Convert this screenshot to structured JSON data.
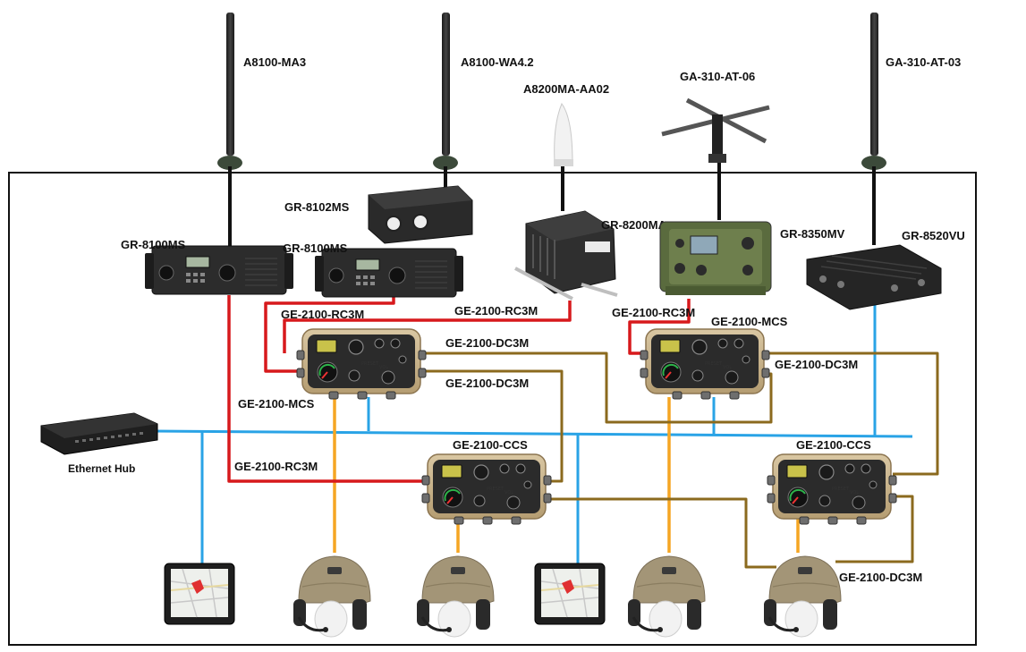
{
  "antennas": [
    {
      "id": "ant1",
      "label": "A8100-MA3"
    },
    {
      "id": "ant2",
      "label": "A8100-WA4.2"
    },
    {
      "id": "ant3",
      "label": "A8200MA-AA02"
    },
    {
      "id": "ant4",
      "label": "GA-310-AT-06"
    },
    {
      "id": "ant5",
      "label": "GA-310-AT-03"
    }
  ],
  "radios": [
    {
      "id": "r1",
      "label": "GR-8100MS"
    },
    {
      "id": "r2",
      "label": "GR-8102MS"
    },
    {
      "id": "r3",
      "label": "GR-8100MS"
    },
    {
      "id": "r4",
      "label": "GR-8200MA"
    },
    {
      "id": "r5",
      "label": "GR-8350MV"
    },
    {
      "id": "r6",
      "label": "GR-8520VU"
    }
  ],
  "control_units": [
    {
      "id": "mcs1",
      "label": "GE-2100-MCS"
    },
    {
      "id": "mcs2",
      "label": "GE-2100-MCS"
    },
    {
      "id": "ccs1",
      "label": "GE-2100-CCS"
    },
    {
      "id": "ccs2",
      "label": "GE-2100-CCS"
    }
  ],
  "cable_labels": [
    {
      "id": "c1",
      "label": "GE-2100-RC3M"
    },
    {
      "id": "c2",
      "label": "GE-2100-RC3M"
    },
    {
      "id": "c3",
      "label": "GE-2100-RC3M"
    },
    {
      "id": "c4",
      "label": "GE-2100-RC3M"
    },
    {
      "id": "c5",
      "label": "GE-2100-DC3M"
    },
    {
      "id": "c6",
      "label": "GE-2100-DC3M"
    },
    {
      "id": "c7",
      "label": "GE-2100-DC3M"
    },
    {
      "id": "c8",
      "label": "GE-2100-DC3M"
    }
  ],
  "hub": {
    "label": "Ethernet Hub"
  },
  "colors": {
    "rc_cable": "#d7191c",
    "dc_cable": "#8b6a1e",
    "ethernet": "#29a3e6",
    "audio": "#f5a623",
    "frame": "#111111",
    "unit_tan": "#c9b48e",
    "radio_dark": "#2a2a2a",
    "radio_green": "#5a6b3e",
    "helmet": "#a89a7c"
  }
}
